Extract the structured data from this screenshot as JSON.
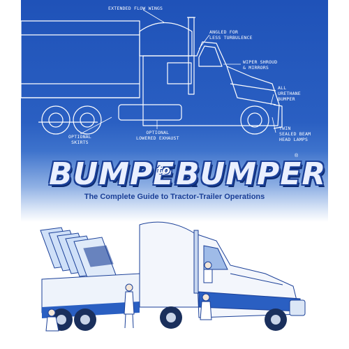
{
  "cover": {
    "title_part1": "BUMPER",
    "title_connector": "to",
    "title_part2": "BUMPER",
    "trademark": "®",
    "subtitle": "The Complete Guide to Tractor-Trailer Operations"
  },
  "blueprint_labels": {
    "extended_flow_wings": "Extended flow wings",
    "angled_for_less_turbulence": "Angled for\nless turbulence",
    "wiper_shroud_mirrors": "Wiper shroud\n& mirrors",
    "all_urethane_bumper": "All\nurethane\nbumper",
    "twin_sealed_beam_headlamps": "Twin\nsealed beam\nhead lamps",
    "optional_lowered_exhaust": "Optional\nlowered exhaust",
    "optional_skirts": "Optional\nskirts"
  },
  "colors": {
    "blueprint_blue": "#2a5fc2",
    "line_white": "#ffffff",
    "ink_navy": "#1a3f97"
  }
}
